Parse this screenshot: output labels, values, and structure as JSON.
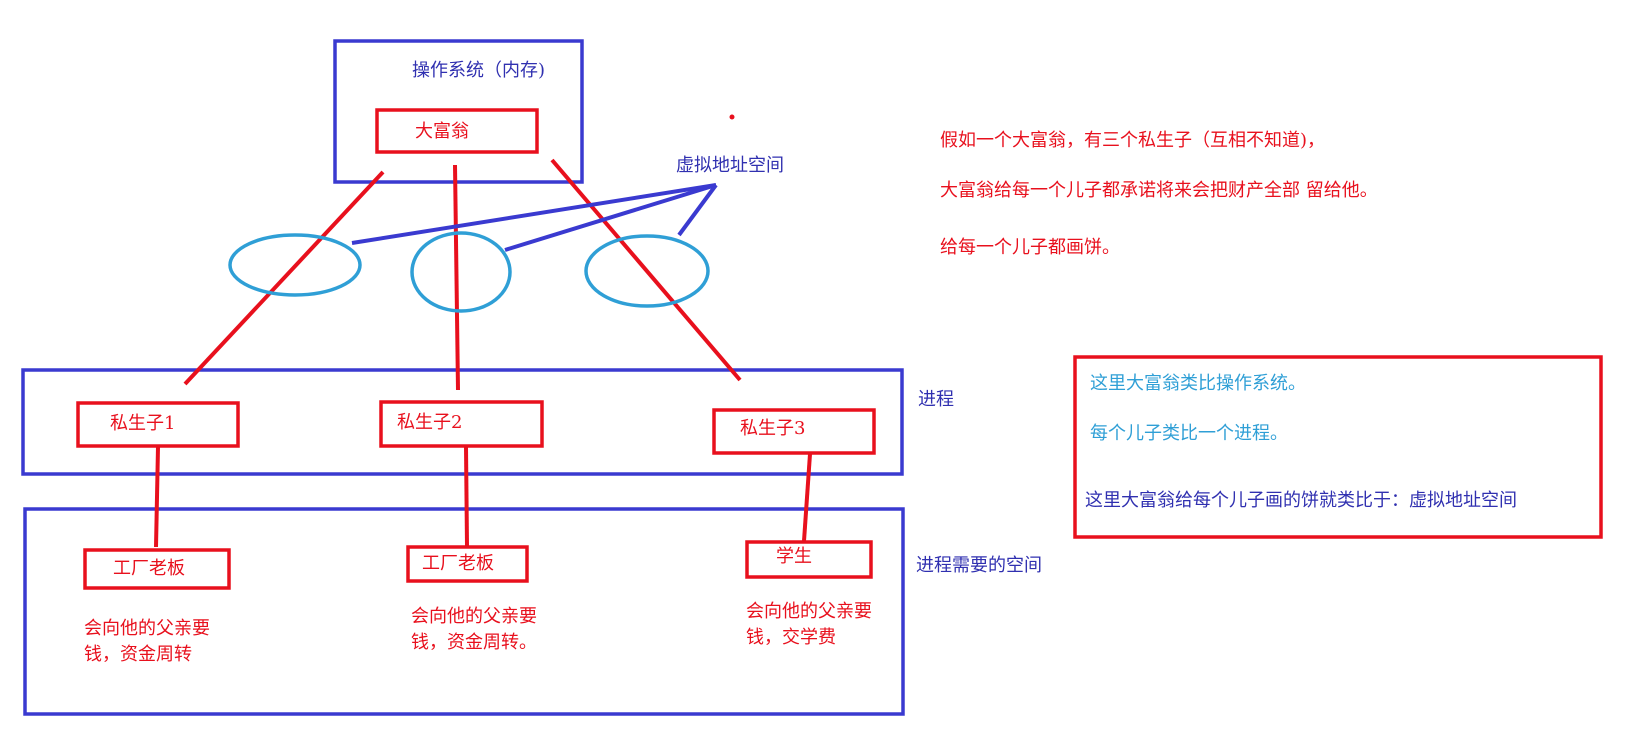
{
  "os": {
    "label": "操作系统（内存)",
    "rich_man": "大富翁"
  },
  "virtual_address_space": "虚拟地址空间",
  "process_label": "进程",
  "process_space_label": "进程需要的空间",
  "children": [
    {
      "name": "私生子1",
      "role": "工厂老板",
      "desc": "会向他的父亲要\n钱，资金周转"
    },
    {
      "name": "私生子2",
      "role": "工厂老板",
      "desc": "会向他的父亲要\n钱，资金周转。"
    },
    {
      "name": "私生子3",
      "role": "学生",
      "desc": "会向他的父亲要\n钱，交学费"
    }
  ],
  "story": [
    "假如一个大富翁，有三个私生子（互相不知道)，",
    "大富翁给每一个儿子都承诺将来会把财产全部 留给他。",
    "给每一个儿子都画饼。"
  ],
  "analogy": [
    "这里大富翁类比操作系统。",
    "每个儿子类比一个进程。",
    "这里大富翁给每个儿子画的饼就类比于：虚拟地址空间"
  ],
  "colors": {
    "red": "#e8101d",
    "blue": "#3a3ad0",
    "cyan": "#2f9fd6",
    "dark_blue": "#3030b0"
  }
}
